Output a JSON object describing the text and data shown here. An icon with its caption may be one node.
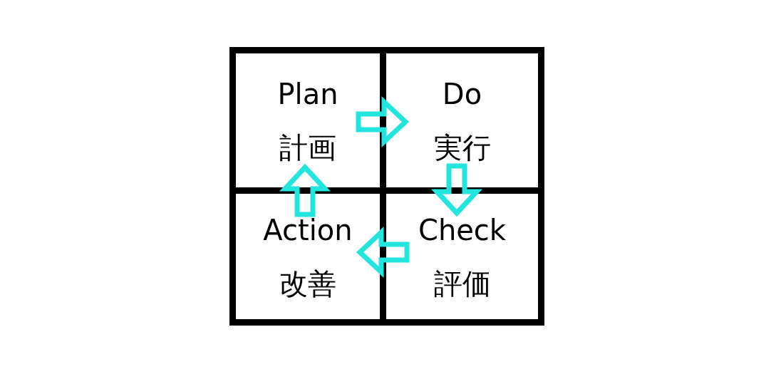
{
  "diagram": {
    "nodes": [
      {
        "text": [
          "Plan",
          "計画"
        ]
      },
      {
        "text": [
          "Do",
          "実行"
        ]
      },
      {
        "text": [
          "Action",
          "改善"
        ]
      },
      {
        "text": [
          "Check",
          "評価"
        ]
      }
    ],
    "edges": [
      {
        "from": 0,
        "to": 1,
        "arrow": "to"
      },
      {
        "from": 1,
        "to": 3,
        "arrow": "to"
      },
      {
        "from": 3,
        "to": 2,
        "arrow": "to"
      },
      {
        "from": 2,
        "to": 0,
        "arrow": "to"
      }
    ]
  }
}
